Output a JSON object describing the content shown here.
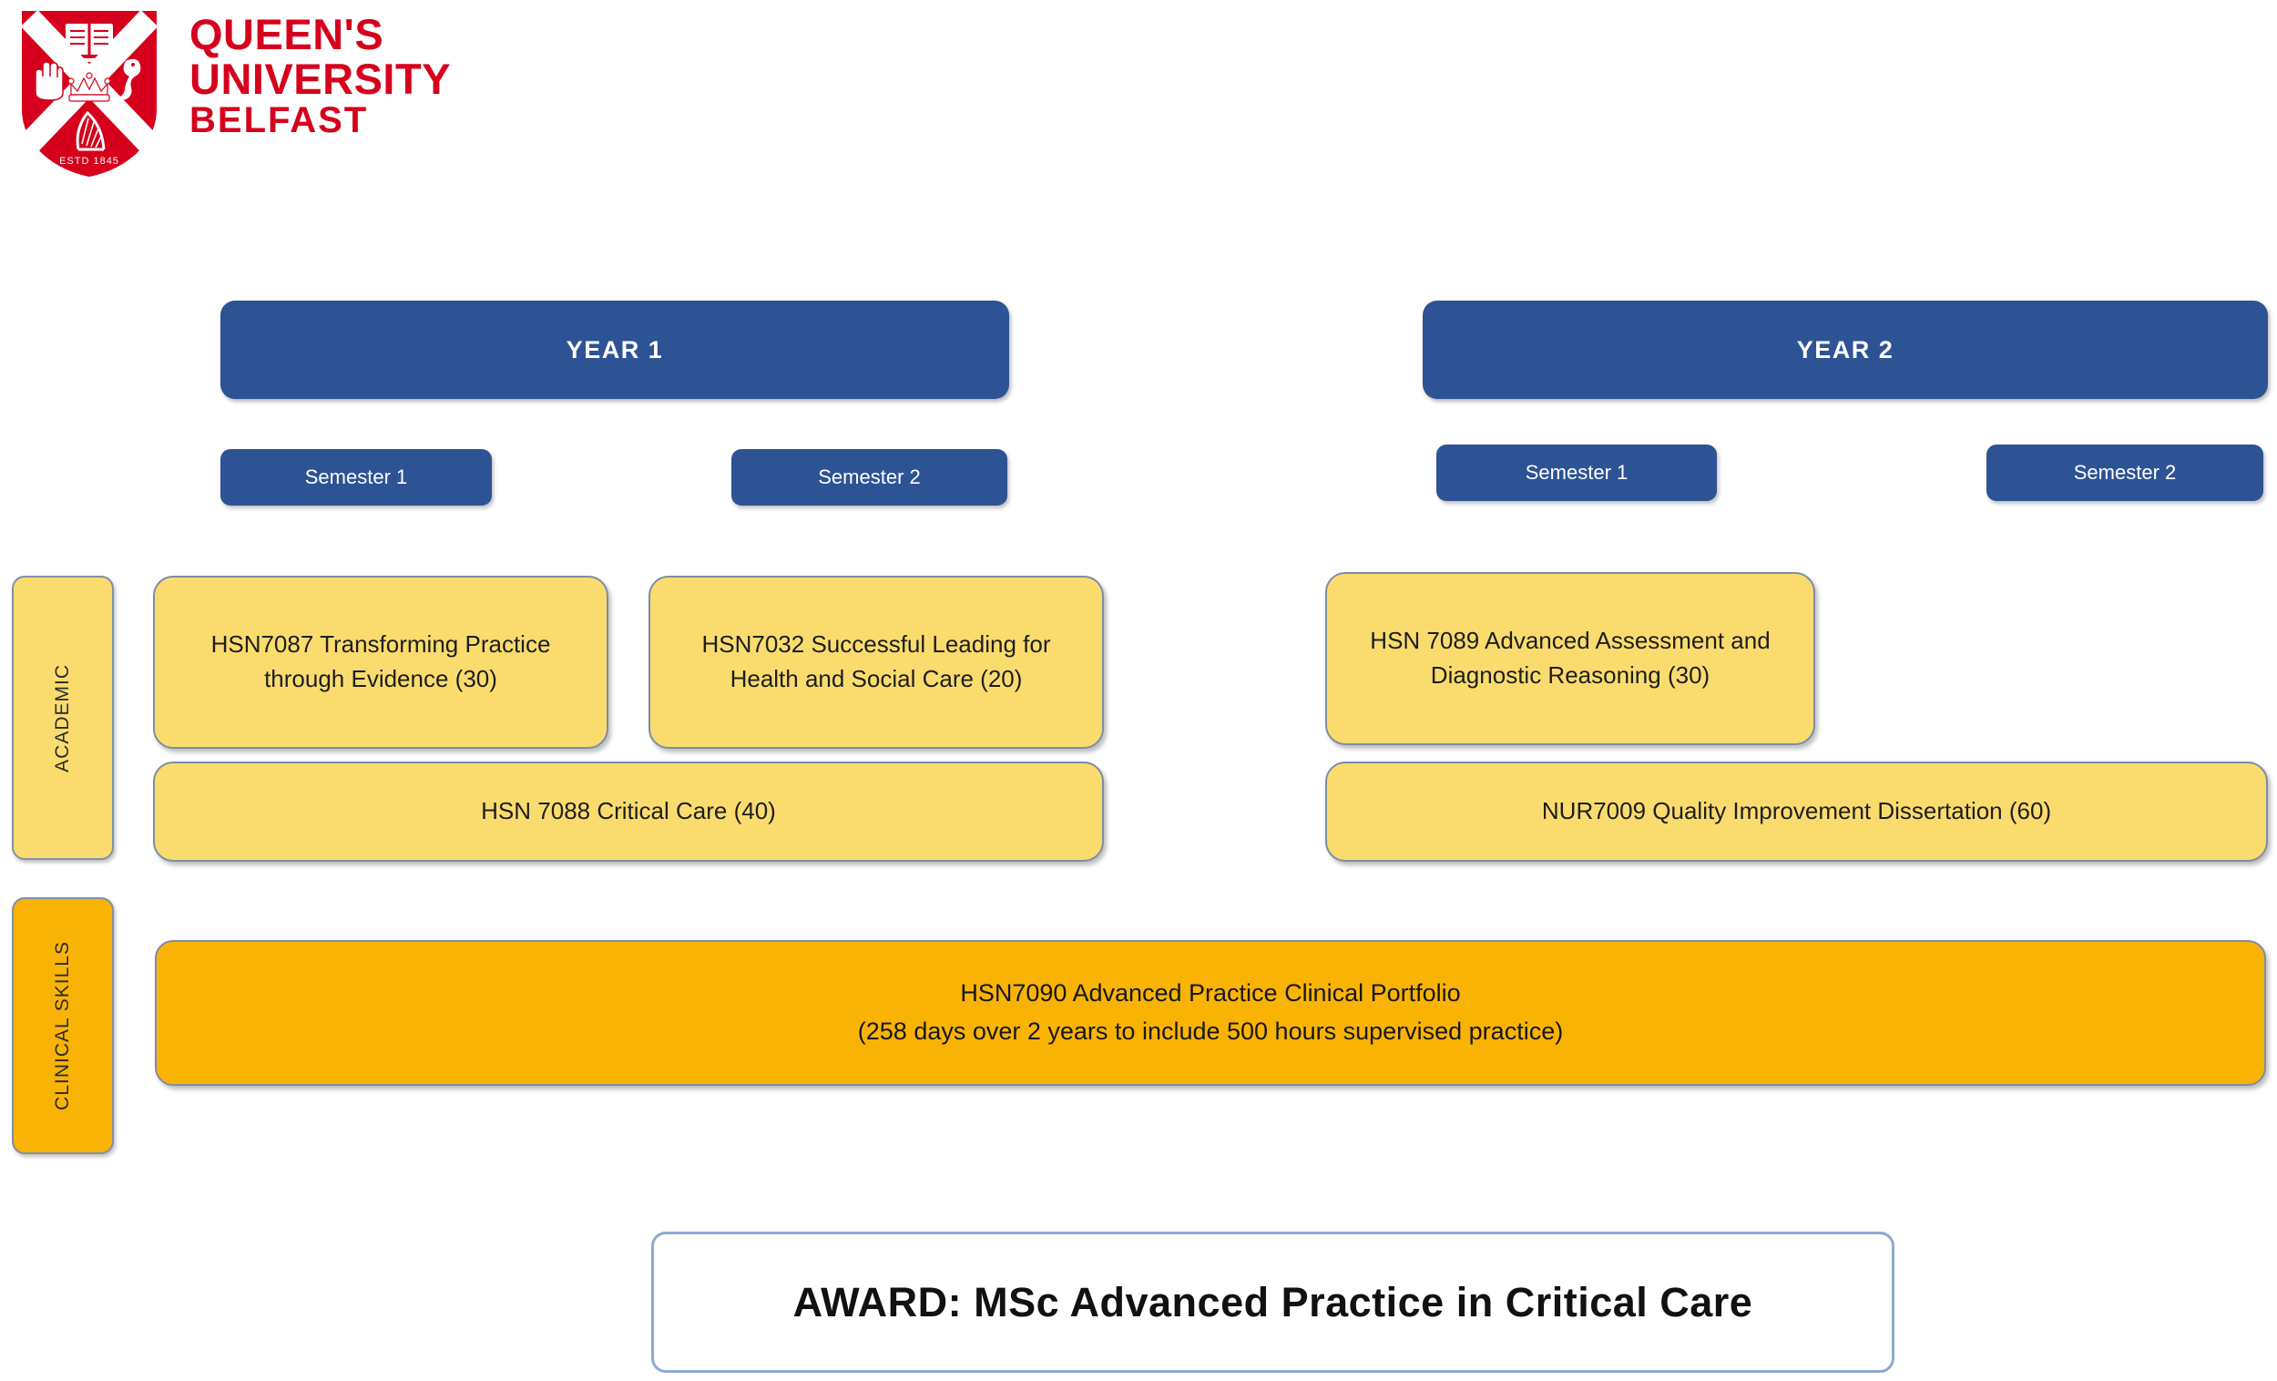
{
  "brand": {
    "name_line1": "QUEEN'S",
    "name_line2": "UNIVERSITY",
    "name_line3": "BELFAST",
    "crest_motto": "ESTD 1845",
    "red": "#D6001C",
    "blue": "#2E5395",
    "yellow": "#FADC6E",
    "amber": "#F9B304"
  },
  "rails": {
    "academic": "ACADEMIC",
    "clinical": "CLINICAL SKILLS"
  },
  "years": [
    {
      "title": "YEAR 1",
      "semesters": [
        "Semester 1",
        "Semester 2"
      ],
      "modules": [
        {
          "code": "HSN7087",
          "label": "HSN7087 Transforming Practice through Evidence (30)",
          "credits": 30,
          "semester": 1
        },
        {
          "code": "HSN7032",
          "label": "HSN7032 Successful Leading for Health and Social Care (20)",
          "credits": 20,
          "semester": 2
        },
        {
          "code": "HSN7088",
          "label": "HSN 7088 Critical Care (40)",
          "credits": 40,
          "semester": "1-2"
        }
      ]
    },
    {
      "title": "YEAR 2",
      "semesters": [
        "Semester 1",
        "Semester 2"
      ],
      "modules": [
        {
          "code": "HSN7089",
          "label": "HSN 7089 Advanced Assessment and Diagnostic Reasoning (30)",
          "credits": 30,
          "semester": 1
        },
        {
          "code": "NUR7009",
          "label": "NUR7009 Quality Improvement Dissertation (60)",
          "credits": 60,
          "semester": "1-2"
        }
      ]
    }
  ],
  "portfolio": {
    "line1": "HSN7090 Advanced Practice Clinical Portfolio",
    "line2": "(258 days over 2 years to include 500 hours supervised practice)"
  },
  "award": {
    "text": "AWARD:  MSc Advanced Practice in Critical Care"
  }
}
